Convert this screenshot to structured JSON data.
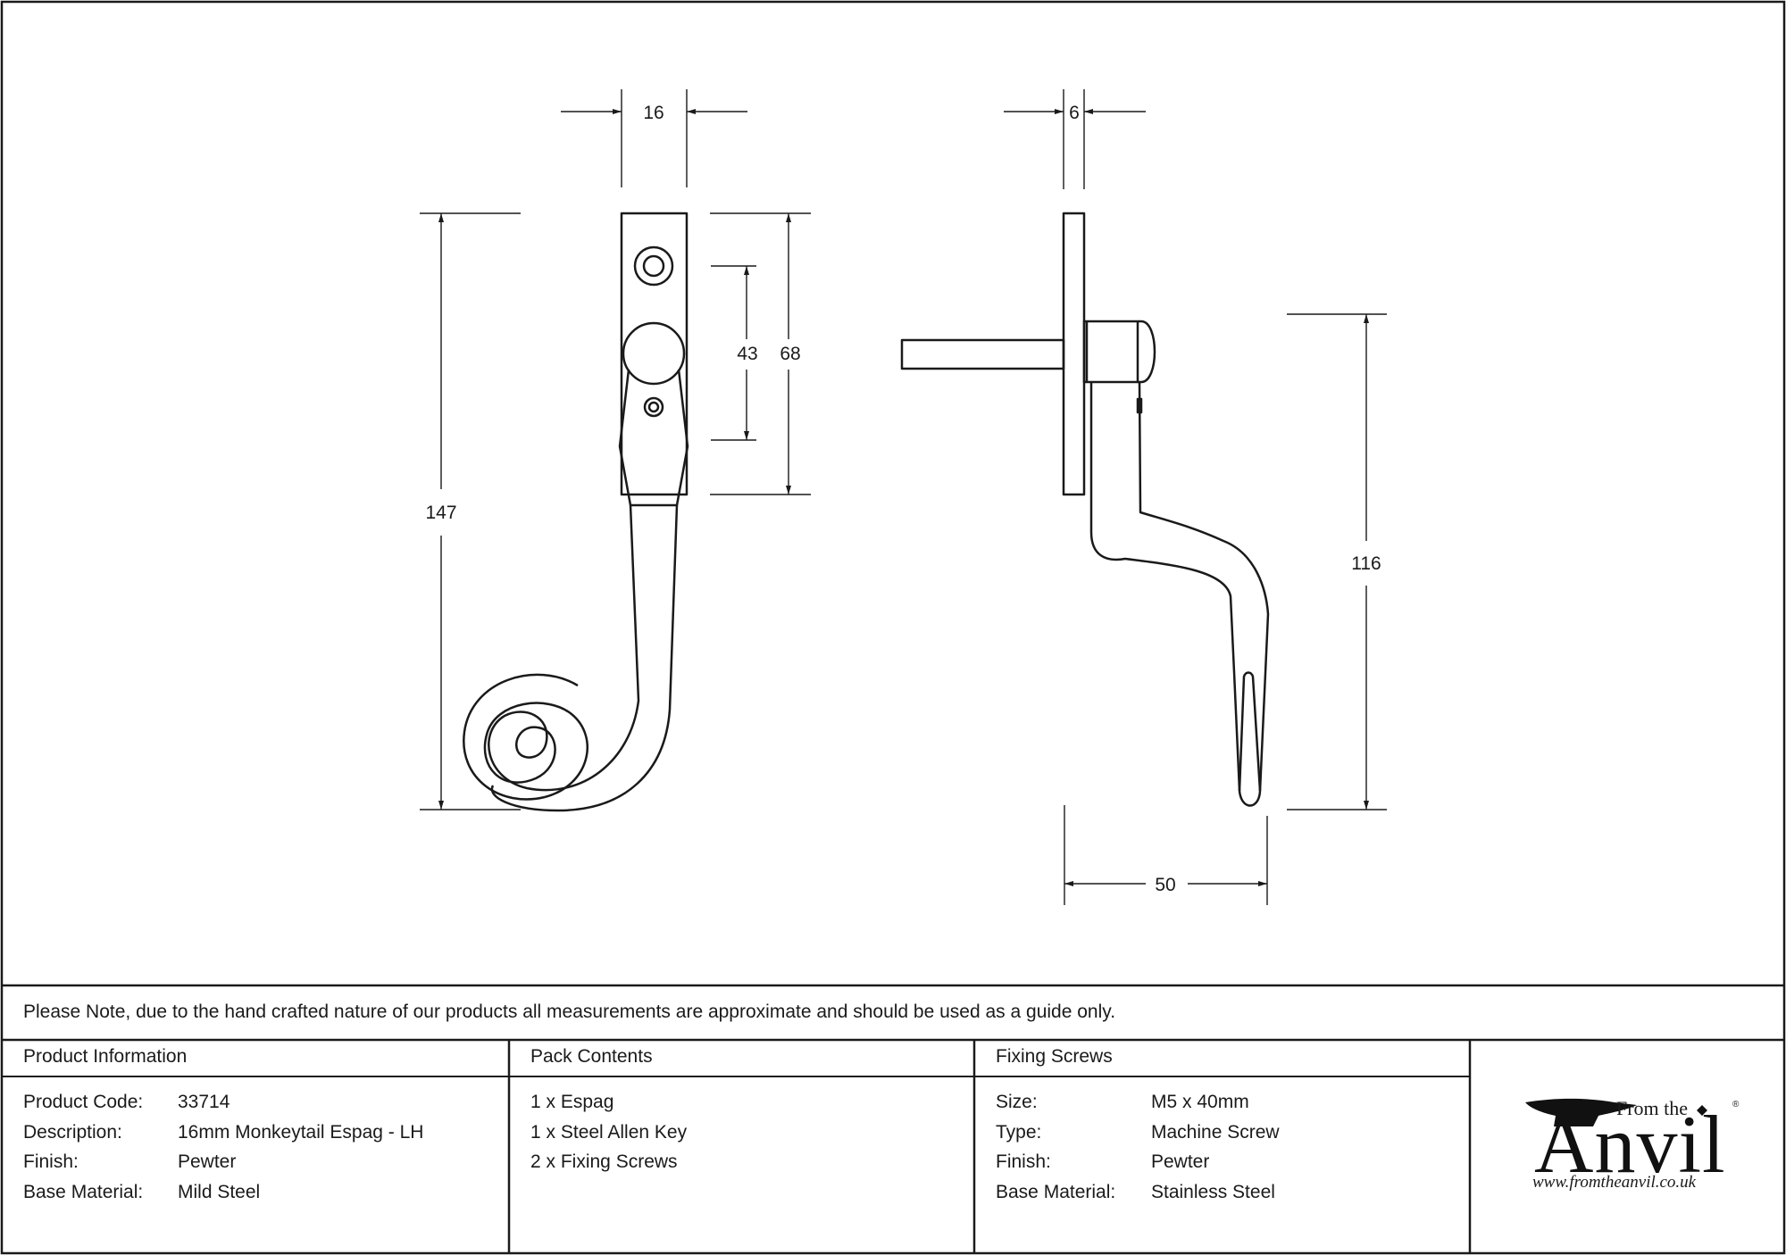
{
  "dimensions": {
    "front_width": "16",
    "front_height_total": "147",
    "front_plate_height": "68",
    "front_hole_spacing": "43",
    "side_plate_thickness": "6",
    "side_handle_height": "116",
    "side_projection": "50"
  },
  "note": "Please Note, due to the hand crafted nature of our products all measurements are approximate and should be used as a guide only.",
  "product_information": {
    "heading": "Product Information",
    "rows": [
      {
        "label": "Product Code:",
        "value": "33714"
      },
      {
        "label": "Description:",
        "value": "16mm Monkeytail Espag - LH"
      },
      {
        "label": "Finish:",
        "value": "Pewter"
      },
      {
        "label": "Base Material:",
        "value": "Mild Steel"
      }
    ]
  },
  "pack_contents": {
    "heading": "Pack Contents",
    "items": [
      "1 x Espag",
      "1 x Steel Allen Key",
      "2 x Fixing Screws"
    ]
  },
  "fixing_screws": {
    "heading": "Fixing Screws",
    "rows": [
      {
        "label": "Size:",
        "value": "M5 x 40mm"
      },
      {
        "label": "Type:",
        "value": "Machine Screw"
      },
      {
        "label": "Finish:",
        "value": "Pewter"
      },
      {
        "label": "Base Material:",
        "value": "Stainless Steel"
      }
    ]
  },
  "logo": {
    "from_the": "From the",
    "brand": "Anvil",
    "registered": "®",
    "url": "www.fromtheanvil.co.uk"
  }
}
